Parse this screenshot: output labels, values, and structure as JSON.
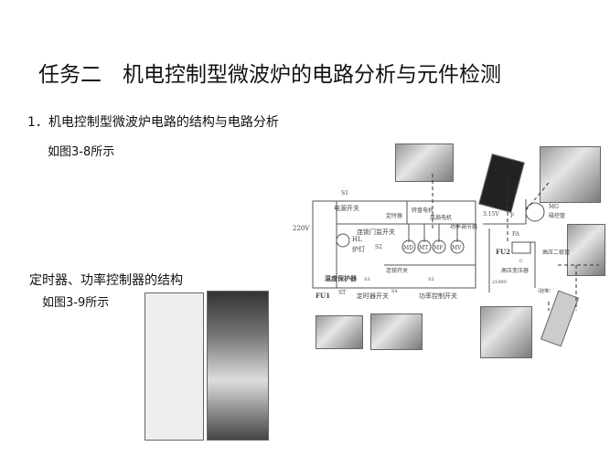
{
  "title": "任务二　机电控制型微波炉的电路分析与元件检测",
  "section1": {
    "heading": "1．机电控制型微波炉电路的结构与电路分析",
    "ref": "如图3-8所示"
  },
  "section2": {
    "heading": "定时器、功率控制器的结构",
    "ref": "如图3-9所示"
  },
  "diagram": {
    "v220": "220V",
    "power_switch": "电源开关",
    "s1": "S1",
    "hl": "HL",
    "lamp": "炉灯",
    "door_switch": "连锁门监开关",
    "s2": "S2",
    "timer": "定时器",
    "turntable": "转盘电机",
    "fan": "风扇电机",
    "power_reg": "功率调节器",
    "md": "MD",
    "mt": "MT",
    "mf": "MF",
    "mv": "MV",
    "v315": "3.15V",
    "f": "F",
    "fa": "FA",
    "fu2": "FU2",
    "c": "C",
    "mg": "MG",
    "magnetron": "磁控管",
    "hv_transformer": "高压变压器",
    "v2100": "2100V",
    "hv_diode": "高压二极管",
    "silicon": "（硅堆）",
    "thermal": "温度保护器",
    "s3": "S3",
    "interlock": "连锁开关",
    "s4": "S4",
    "fu1": "FU1",
    "st": "ST",
    "timer_switch": "定时器开关",
    "s5": "S5",
    "power_ctrl": "功率控制开关"
  }
}
